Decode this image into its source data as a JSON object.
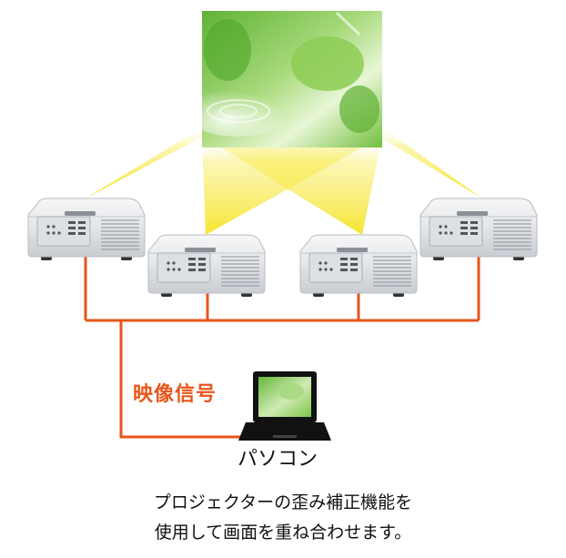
{
  "labels": {
    "signal": "映像信号",
    "pc": "パソコン",
    "caption_line1": "プロジェクターの歪み補正機能を",
    "caption_line2": "使用して画面を重ね合わせます。"
  },
  "colors": {
    "cable": "#e8561b",
    "beam": "#f6e000",
    "projector_body": "#e9eaec",
    "screen_green": "#7cc340"
  },
  "icons": {
    "projector": "projector-icon",
    "laptop": "laptop-icon"
  }
}
